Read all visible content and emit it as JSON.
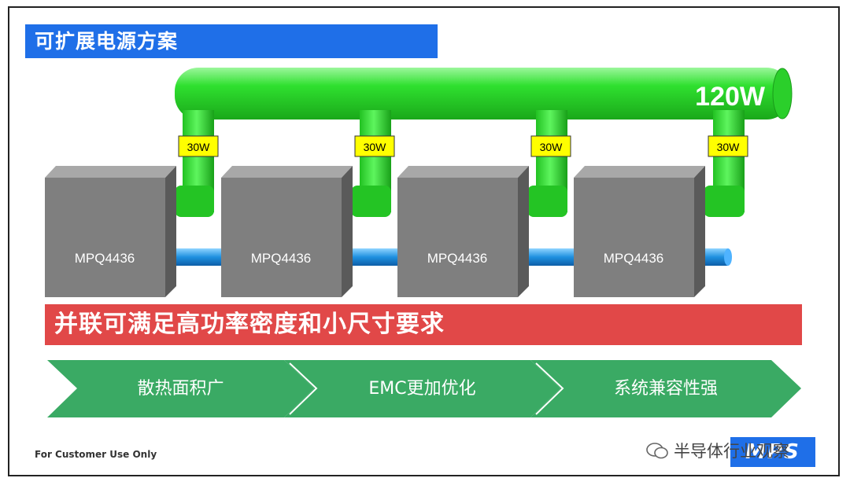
{
  "title": "可扩展电源方案",
  "bus_label": "120W",
  "modules": [
    {
      "name": "MPQ4436",
      "power": "30W"
    },
    {
      "name": "MPQ4436",
      "power": "30W"
    },
    {
      "name": "MPQ4436",
      "power": "30W"
    },
    {
      "name": "MPQ4436",
      "power": "30W"
    }
  ],
  "banner": "并联可满足高功率密度和小尺寸要求",
  "benefits": [
    "散热面积广",
    "EMC更加优化",
    "系统兼容性强"
  ],
  "footer": "For Customer Use Only",
  "watermark": "半导体行业观察",
  "logo_text": "MPS",
  "colors": {
    "title_bg": "#1f6fe8",
    "bus": "#33dd33",
    "banner": "#e14848",
    "chevron": "#3aaa64",
    "badge": "#ffff00",
    "module": "#7f7f7f"
  }
}
